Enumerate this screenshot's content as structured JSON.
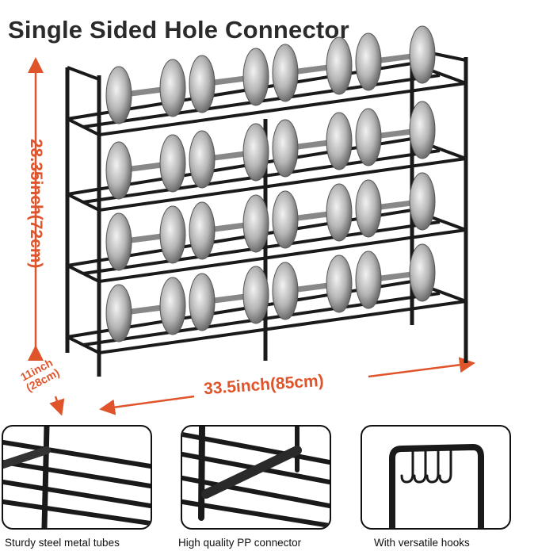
{
  "title": "Single Sided Hole Connector",
  "dimensions": {
    "height": "28.35inch(72cm)",
    "depth_line1": "11inch",
    "depth_line2": "(28cm)",
    "width": "33.5inch(85cm)"
  },
  "colors": {
    "accent": "#e0542b",
    "frame": "#1a1a1a",
    "plate": "#b8b8b8"
  },
  "features": [
    {
      "caption": "Sturdy steel metal tubes",
      "icon": "steel-tubes-closeup"
    },
    {
      "caption": "High quality PP connector",
      "icon": "connector-closeup"
    },
    {
      "caption": "With versatile hooks",
      "icon": "hooks-closeup"
    }
  ]
}
